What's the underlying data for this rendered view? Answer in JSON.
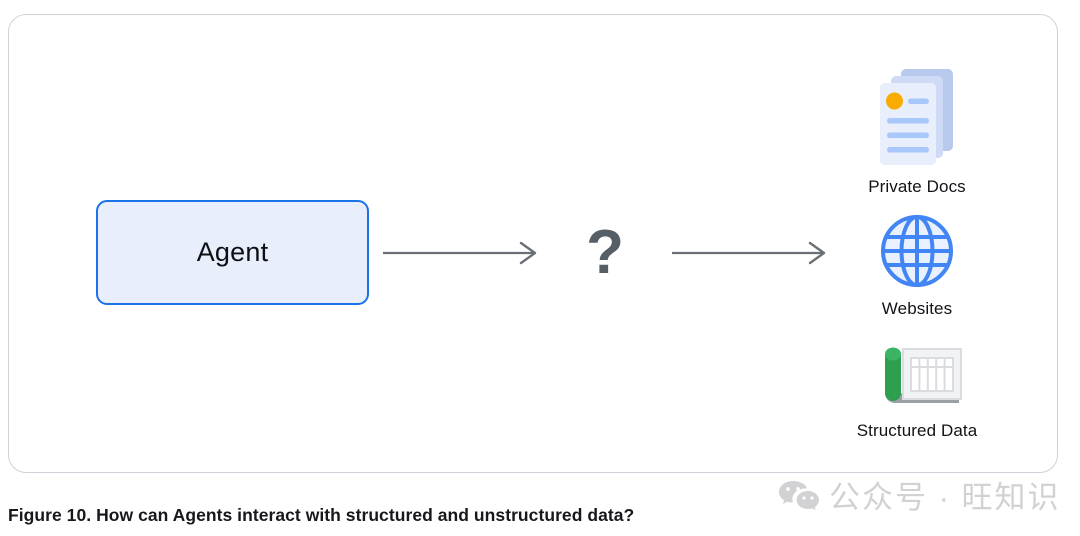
{
  "figure": {
    "caption": "Figure 10. How can Agents interact with structured and unstructured data?"
  },
  "diagram": {
    "agent": {
      "label": "Agent",
      "fill_color": "#e8eefc",
      "border_color": "#1a73e8"
    },
    "question": {
      "glyph": "?",
      "color": "#565e66"
    },
    "arrows": {
      "color": "#6b7077",
      "arrow_1_name": "agent-to-question",
      "arrow_2_name": "question-to-sources"
    },
    "sources": [
      {
        "label": "Private Docs",
        "icon": "documents-stack-icon",
        "accent_color": "#f9ab00",
        "paper_color": "#e8eefc",
        "line_color": "#a8c7fa"
      },
      {
        "label": "Websites",
        "icon": "globe-icon",
        "accent_color": "#4285f4",
        "fill_color": "#eaf1fe"
      },
      {
        "label": "Structured Data",
        "icon": "spreadsheet-roll-icon",
        "accent_color": "#34a853",
        "grid_color": "#d8dade"
      }
    ]
  },
  "watermark": {
    "text": "公众号 · 旺知识",
    "icon": "wechat-icon",
    "color": "#d2d2d4"
  }
}
